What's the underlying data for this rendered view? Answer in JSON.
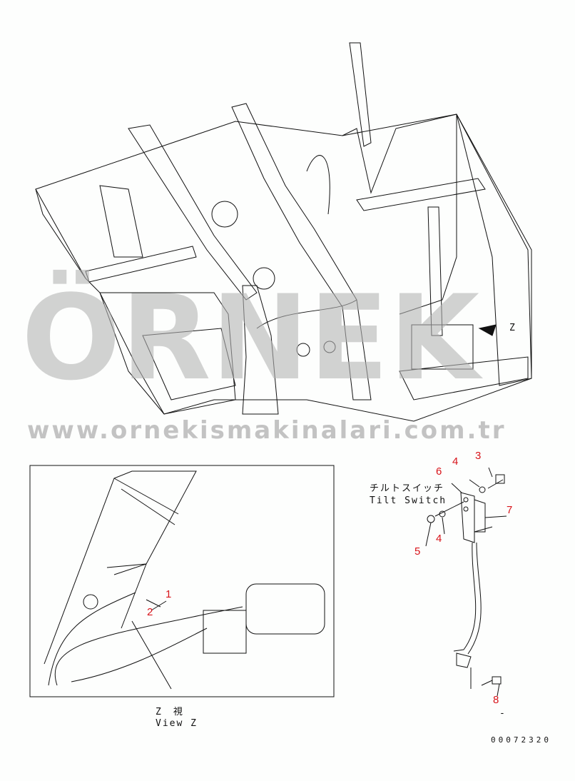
{
  "watermark": {
    "brand": "ÖRNEK",
    "url": "www.ornekismakinalari.com.tr",
    "color": "#b4b4b4",
    "dot_color": "#f0d070"
  },
  "tilt_switch": {
    "label_jp": "チルトスイッチ",
    "label_en": "Tilt Switch"
  },
  "view_z": {
    "label_jp": "Z　視",
    "label_en": "View Z",
    "detail_marker": "Z"
  },
  "callouts": {
    "view": [
      "1",
      "2"
    ],
    "switch": [
      {
        "number": "3"
      },
      {
        "number": "4"
      },
      {
        "number": "6"
      },
      {
        "number": "7"
      },
      {
        "number": "5"
      },
      {
        "number": "4"
      },
      {
        "number": "8"
      }
    ],
    "color": "#d8141a"
  },
  "dash": "-",
  "document_number": "00072320"
}
